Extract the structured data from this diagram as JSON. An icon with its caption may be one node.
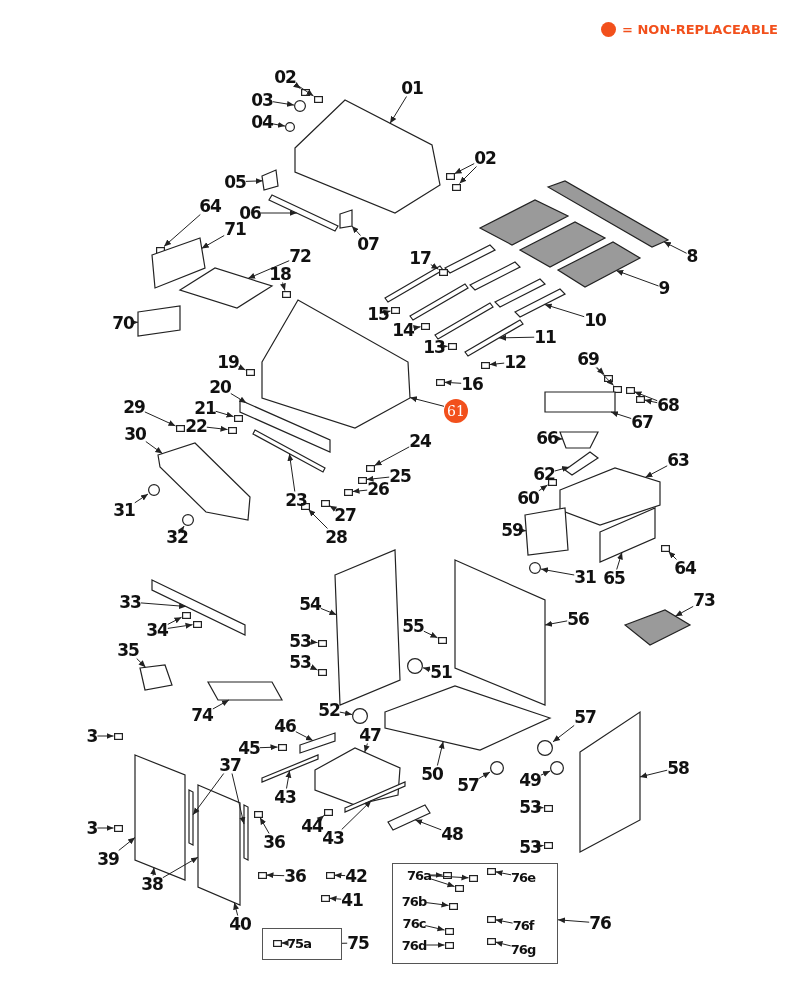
{
  "diagram": {
    "nodes": [
      {
        "text": [
          "02"
        ]
      },
      {
        "text": [
          "03"
        ]
      },
      {
        "text": [
          "01"
        ]
      },
      {
        "text": [
          "04"
        ]
      },
      {
        "text": [
          "02"
        ]
      },
      {
        "text": [
          "05"
        ]
      },
      {
        "text": [
          "64"
        ]
      },
      {
        "text": [
          "06"
        ]
      },
      {
        "text": [
          "71"
        ]
      },
      {
        "text": [
          "07"
        ]
      },
      {
        "text": [
          "8"
        ]
      },
      {
        "text": [
          "17"
        ]
      },
      {
        "text": [
          "72"
        ]
      },
      {
        "text": [
          "9"
        ]
      },
      {
        "text": [
          "18"
        ]
      },
      {
        "text": [
          "15"
        ]
      },
      {
        "text": [
          "10"
        ]
      },
      {
        "text": [
          "70"
        ]
      },
      {
        "text": [
          "14"
        ]
      },
      {
        "text": [
          "11"
        ]
      },
      {
        "text": [
          "13"
        ]
      },
      {
        "text": [
          "69"
        ]
      },
      {
        "text": [
          "12"
        ]
      },
      {
        "text": [
          "19"
        ]
      },
      {
        "text": [
          "16"
        ]
      },
      {
        "text": [
          "20"
        ]
      },
      {
        "text": [
          "68"
        ]
      },
      {
        "text": [
          "29"
        ]
      },
      {
        "text": [
          "21"
        ]
      },
      {
        "text": [
          "61"
        ]
      },
      {
        "text": [
          "67"
        ]
      },
      {
        "text": [
          "22"
        ]
      },
      {
        "text": [
          "30"
        ]
      },
      {
        "text": [
          "66"
        ]
      },
      {
        "text": [
          "24"
        ]
      },
      {
        "text": [
          "62"
        ]
      },
      {
        "text": [
          "63"
        ]
      },
      {
        "text": [
          "25"
        ]
      },
      {
        "text": [
          "23"
        ]
      },
      {
        "text": [
          "26"
        ]
      },
      {
        "text": [
          "60"
        ]
      },
      {
        "text": [
          "31"
        ]
      },
      {
        "text": [
          "27"
        ]
      },
      {
        "text": [
          "32"
        ]
      },
      {
        "text": [
          "59"
        ]
      },
      {
        "text": [
          "28"
        ]
      },
      {
        "text": [
          "64"
        ]
      },
      {
        "text": [
          "31"
        ]
      },
      {
        "text": [
          "65"
        ]
      },
      {
        "text": [
          "33"
        ]
      },
      {
        "text": [
          "54"
        ]
      },
      {
        "text": [
          "73"
        ]
      },
      {
        "text": [
          "56"
        ]
      },
      {
        "text": [
          "55"
        ]
      },
      {
        "text": [
          "34"
        ]
      },
      {
        "text": [
          "53"
        ]
      },
      {
        "text": [
          "35"
        ]
      },
      {
        "text": [
          "53"
        ]
      },
      {
        "text": [
          "51"
        ]
      },
      {
        "text": [
          "52"
        ]
      },
      {
        "text": [
          "74"
        ]
      },
      {
        "text": [
          "57"
        ]
      },
      {
        "text": [
          "46"
        ]
      },
      {
        "text": [
          "3"
        ]
      },
      {
        "text": [
          "47"
        ]
      },
      {
        "text": [
          "45"
        ]
      },
      {
        "text": [
          "50"
        ]
      },
      {
        "text": [
          "37"
        ]
      },
      {
        "text": [
          "58"
        ]
      },
      {
        "text": [
          "49"
        ]
      },
      {
        "text": [
          "57"
        ]
      },
      {
        "text": [
          "43"
        ]
      },
      {
        "text": [
          "53"
        ]
      },
      {
        "text": [
          "44"
        ]
      },
      {
        "text": [
          "3"
        ]
      },
      {
        "text": [
          "48"
        ]
      },
      {
        "text": [
          "43"
        ]
      },
      {
        "text": [
          "36"
        ]
      },
      {
        "text": [
          "53"
        ]
      },
      {
        "text": [
          "39"
        ]
      },
      {
        "text": [
          "36"
        ]
      },
      {
        "text": [
          "42"
        ]
      },
      {
        "text": [
          "38"
        ]
      },
      {
        "text": [],
        "shape": "box"
      },
      {
        "text": [
          "76a"
        ],
        "in": 83
      },
      {
        "text": [
          "76e"
        ],
        "in": 83
      },
      {
        "text": [
          "76b"
        ],
        "in": 83
      },
      {
        "text": [
          "41"
        ]
      },
      {
        "text": [
          "40"
        ]
      },
      {
        "text": [
          "76c"
        ],
        "in": 83
      },
      {
        "text": [
          "76f"
        ],
        "in": 83
      },
      {
        "text": [
          "76"
        ]
      },
      {
        "text": [],
        "shape": "box"
      },
      {
        "text": [
          "75a"
        ],
        "in": 92
      },
      {
        "text": [
          "75"
        ]
      },
      {
        "text": [
          "76d"
        ],
        "in": 83
      },
      {
        "text": [
          "76g"
        ],
        "in": 83
      },
      {
        "text": [],
        "shape": "box"
      },
      {
        "text": [],
        "shape": "box"
      },
      {
        "text": [],
        "shape": "circle"
      },
      {
        "text": [],
        "shape": "box"
      },
      {
        "text": [],
        "shape": "circle"
      },
      {
        "text": [],
        "shape": "box"
      },
      {
        "text": [],
        "shape": "box"
      },
      {
        "text": [],
        "shape": "box"
      },
      {
        "text": [],
        "shape": "box"
      },
      {
        "text": [],
        "shape": "box"
      },
      {
        "text": [],
        "shape": "box"
      },
      {
        "text": [],
        "shape": "box"
      },
      {
        "text": [],
        "shape": "box"
      },
      {
        "text": [],
        "shape": "box"
      },
      {
        "text": [],
        "shape": "box"
      },
      {
        "text": [],
        "shape": "box"
      },
      {
        "text": [],
        "shape": "box"
      },
      {
        "text": [],
        "shape": "box"
      },
      {
        "text": [],
        "shape": "box"
      },
      {
        "text": [],
        "shape": "box"
      },
      {
        "text": [],
        "shape": "box"
      },
      {
        "text": [],
        "shape": "box"
      },
      {
        "text": [],
        "shape": "box"
      },
      {
        "text": [],
        "shape": "box"
      },
      {
        "text": [],
        "shape": "box"
      },
      {
        "text": [],
        "shape": "box"
      },
      {
        "text": [],
        "shape": "box"
      },
      {
        "text": [],
        "shape": "box"
      },
      {
        "text": [],
        "shape": "box"
      },
      {
        "text": [],
        "shape": "box"
      },
      {
        "text": [],
        "shape": "box"
      },
      {
        "text": [],
        "shape": "box"
      },
      {
        "text": [],
        "shape": "box"
      },
      {
        "text": [],
        "shape": "box"
      },
      {
        "text": [],
        "shape": "box"
      },
      {
        "text": [],
        "shape": "box"
      },
      {
        "text": [],
        "shape": "box"
      },
      {
        "text": [],
        "shape": "box"
      },
      {
        "text": [],
        "shape": "box"
      },
      {
        "text": [],
        "shape": "box"
      },
      {
        "text": [],
        "shape": "box"
      },
      {
        "text": [],
        "shape": "box"
      },
      {
        "text": [],
        "shape": "box"
      },
      {
        "text": [],
        "shape": "box"
      },
      {
        "text": [],
        "shape": "box"
      },
      {
        "text": [],
        "shape": "circle"
      },
      {
        "text": [],
        "shape": "box"
      },
      {
        "text": [],
        "shape": "circle"
      },
      {
        "text": [],
        "shape": "box"
      },
      {
        "text": [],
        "shape": "box"
      },
      {
        "text": [],
        "shape": "box"
      },
      {
        "text": [],
        "shape": "circle"
      },
      {
        "text": [],
        "shape": "box"
      },
      {
        "text": [],
        "shape": "box"
      },
      {
        "text": [],
        "shape": "box"
      },
      {
        "text": [],
        "shape": "box"
      },
      {
        "text": [],
        "shape": "box"
      },
      {
        "text": [],
        "shape": "box"
      },
      {
        "text": [],
        "shape": "box"
      },
      {
        "text": [],
        "shape": "box"
      },
      {
        "text": [],
        "shape": "box"
      },
      {
        "text": [],
        "shape": "box"
      },
      {
        "text": [],
        "shape": "box"
      },
      {
        "text": [],
        "shape": "circle"
      },
      {
        "text": [],
        "shape": "circle"
      },
      {
        "text": [],
        "shape": "box"
      },
      {
        "text": [],
        "shape": "circle"
      },
      {
        "text": [],
        "shape": "box"
      },
      {
        "text": [],
        "shape": "box"
      },
      {
        "text": [],
        "shape": "box"
      },
      {
        "text": [],
        "shape": "box"
      },
      {
        "text": [],
        "shape": "box"
      },
      {
        "text": [],
        "shape": "box"
      },
      {
        "text": [],
        "shape": "box"
      },
      {
        "text": [],
        "shape": "box"
      },
      {
        "text": [],
        "shape": "circle"
      },
      {
        "text": [],
        "shape": "circle"
      },
      {
        "text": [],
        "shape": "box"
      },
      {
        "text": [],
        "shape": "box"
      },
      {
        "text": [],
        "shape": "box"
      },
      {
        "text": [],
        "shape": "box"
      },
      {
        "text": [],
        "shape": "box"
      },
      {
        "text": [],
        "shape": "box"
      },
      {
        "text": [],
        "shape": "box"
      },
      {
        "text": [],
        "shape": "box"
      },
      {
        "text": [],
        "shape": "box"
      },
      {
        "text": [],
        "shape": "box"
      },
      {
        "text": [],
        "shape": "box"
      },
      {
        "text": [],
        "shape": "box",
        "in": 83
      },
      {
        "text": [],
        "shape": "box",
        "in": 83
      },
      {
        "text": [],
        "shape": "box",
        "in": 83
      },
      {
        "text": [],
        "shape": "box",
        "in": 83
      },
      {
        "text": [],
        "shape": "box",
        "in": 83
      },
      {
        "text": [],
        "shape": "box"
      },
      {
        "text": [],
        "shape": "box"
      },
      {
        "text": [],
        "shape": "box",
        "in": 83
      },
      {
        "text": [],
        "shape": "box",
        "in": 83
      },
      {
        "text": [],
        "shape": "box",
        "in": 92
      },
      {
        "text": [],
        "shape": "box",
        "in": 83
      },
      {
        "text": [],
        "shape": "box",
        "in": 83
      }
    ],
    "edges": [
      {
        "from": 0,
        "to": 97,
        "arrow": "to"
      },
      {
        "from": 0,
        "to": 98,
        "arrow": "to"
      },
      {
        "from": 1,
        "to": 99,
        "arrow": "to"
      },
      {
        "from": 2,
        "to": 100,
        "arrow": "to"
      },
      {
        "from": 3,
        "to": 101,
        "arrow": "to"
      },
      {
        "from": 4,
        "to": 102,
        "arrow": "to"
      },
      {
        "from": 4,
        "to": 103,
        "arrow": "to"
      },
      {
        "from": 5,
        "to": 104,
        "arrow": "to"
      },
      {
        "from": 6,
        "to": 105,
        "arrow": "to"
      },
      {
        "from": 7,
        "to": 106,
        "arrow": "to"
      },
      {
        "from": 8,
        "to": 107,
        "arrow": "to"
      },
      {
        "from": 9,
        "to": 108,
        "arrow": "to"
      },
      {
        "from": 10,
        "to": 109,
        "arrow": "to"
      },
      {
        "from": 11,
        "to": 110,
        "arrow": "to"
      },
      {
        "from": 12,
        "to": 111,
        "arrow": "to"
      },
      {
        "from": 13,
        "to": 112,
        "arrow": "to"
      },
      {
        "from": 14,
        "to": 113,
        "arrow": "to"
      },
      {
        "from": 15,
        "to": 114,
        "arrow": "to"
      },
      {
        "from": 16,
        "to": 115,
        "arrow": "to"
      },
      {
        "from": 17,
        "to": 116,
        "arrow": "to"
      },
      {
        "from": 18,
        "to": 117,
        "arrow": "to"
      },
      {
        "from": 19,
        "to": 118,
        "arrow": "to"
      },
      {
        "from": 20,
        "to": 119,
        "arrow": "to"
      },
      {
        "from": 21,
        "to": 120,
        "arrow": "to"
      },
      {
        "from": 21,
        "to": 121,
        "arrow": "to"
      },
      {
        "from": 22,
        "to": 122,
        "arrow": "to"
      },
      {
        "from": 23,
        "to": 123,
        "arrow": "to"
      },
      {
        "from": 24,
        "to": 124,
        "arrow": "to"
      },
      {
        "from": 25,
        "to": 125,
        "arrow": "to"
      },
      {
        "from": 26,
        "to": 126,
        "arrow": "to"
      },
      {
        "from": 26,
        "to": 127,
        "arrow": "to"
      },
      {
        "from": 27,
        "to": 128,
        "arrow": "to"
      },
      {
        "from": 28,
        "to": 129,
        "arrow": "to"
      },
      {
        "from": 29,
        "to": 130,
        "arrow": "to"
      },
      {
        "from": 30,
        "to": 131,
        "arrow": "to"
      },
      {
        "from": 31,
        "to": 132,
        "arrow": "to"
      },
      {
        "from": 32,
        "to": 133,
        "arrow": "to"
      },
      {
        "from": 33,
        "to": 134,
        "arrow": "to"
      },
      {
        "from": 34,
        "to": 135,
        "arrow": "to"
      },
      {
        "from": 35,
        "to": 136,
        "arrow": "to"
      },
      {
        "from": 36,
        "to": 137,
        "arrow": "to"
      },
      {
        "from": 37,
        "to": 138,
        "arrow": "to"
      },
      {
        "from": 38,
        "to": 139,
        "arrow": "to"
      },
      {
        "from": 39,
        "to": 140,
        "arrow": "to"
      },
      {
        "from": 40,
        "to": 141,
        "arrow": "to"
      },
      {
        "from": 41,
        "to": 142,
        "arrow": "to"
      },
      {
        "from": 42,
        "to": 143,
        "arrow": "to"
      },
      {
        "from": 43,
        "to": 144,
        "arrow": "to"
      },
      {
        "from": 44,
        "to": 145,
        "arrow": "to"
      },
      {
        "from": 45,
        "to": 146,
        "arrow": "to"
      },
      {
        "from": 46,
        "to": 147,
        "arrow": "to"
      },
      {
        "from": 47,
        "to": 148,
        "arrow": "to"
      },
      {
        "from": 48,
        "to": 149,
        "arrow": "to"
      },
      {
        "from": 49,
        "to": 150,
        "arrow": "to"
      },
      {
        "from": 50,
        "to": 151,
        "arrow": "to"
      },
      {
        "from": 51,
        "to": 152,
        "arrow": "to"
      },
      {
        "from": 52,
        "to": 153,
        "arrow": "to"
      },
      {
        "from": 53,
        "to": 154,
        "arrow": "to"
      },
      {
        "from": 54,
        "to": 155,
        "arrow": "to"
      },
      {
        "from": 54,
        "to": 156,
        "arrow": "to"
      },
      {
        "from": 55,
        "to": 157,
        "arrow": "to"
      },
      {
        "from": 56,
        "to": 158,
        "arrow": "to"
      },
      {
        "from": 57,
        "to": 159,
        "arrow": "to"
      },
      {
        "from": 58,
        "to": 160,
        "arrow": "to"
      },
      {
        "from": 59,
        "to": 161,
        "arrow": "to"
      },
      {
        "from": 60,
        "to": 162,
        "arrow": "to"
      },
      {
        "from": 61,
        "to": 163,
        "arrow": "to"
      },
      {
        "from": 62,
        "to": 164,
        "arrow": "to"
      },
      {
        "from": 63,
        "to": 165,
        "arrow": "to"
      },
      {
        "from": 64,
        "to": 166,
        "arrow": "to"
      },
      {
        "from": 65,
        "to": 167,
        "arrow": "to"
      },
      {
        "from": 66,
        "to": 168,
        "arrow": "to"
      },
      {
        "from": 67,
        "to": 169,
        "arrow": "to"
      },
      {
        "from": 67,
        "to": 170,
        "arrow": "to"
      },
      {
        "from": 68,
        "to": 171,
        "arrow": "to"
      },
      {
        "from": 69,
        "to": 172,
        "arrow": "to"
      },
      {
        "from": 70,
        "to": 173,
        "arrow": "to"
      },
      {
        "from": 71,
        "to": 174,
        "arrow": "to"
      },
      {
        "from": 72,
        "to": 175,
        "arrow": "to"
      },
      {
        "from": 73,
        "to": 176,
        "arrow": "to"
      },
      {
        "from": 74,
        "to": 177,
        "arrow": "to"
      },
      {
        "from": 75,
        "to": 178,
        "arrow": "to"
      },
      {
        "from": 76,
        "to": 179,
        "arrow": "to"
      },
      {
        "from": 77,
        "to": 180,
        "arrow": "to"
      },
      {
        "from": 78,
        "to": 181,
        "arrow": "to"
      },
      {
        "from": 79,
        "to": 182,
        "arrow": "to"
      },
      {
        "from": 80,
        "to": 183,
        "arrow": "to"
      },
      {
        "from": 81,
        "to": 184,
        "arrow": "to"
      },
      {
        "from": 82,
        "to": 182,
        "arrow": "to"
      },
      {
        "from": 82,
        "to": 191,
        "arrow": "to"
      },
      {
        "from": 84,
        "to": 185,
        "arrow": "to"
      },
      {
        "from": 84,
        "to": 186,
        "arrow": "to"
      },
      {
        "from": 84,
        "to": 187,
        "arrow": "to"
      },
      {
        "from": 85,
        "to": 188,
        "arrow": "to"
      },
      {
        "from": 86,
        "to": 189,
        "arrow": "to"
      },
      {
        "from": 87,
        "to": 190,
        "arrow": "to"
      },
      {
        "from": 88,
        "to": 191,
        "arrow": "to"
      },
      {
        "from": 89,
        "to": 192,
        "arrow": "to"
      },
      {
        "from": 90,
        "to": 193,
        "arrow": "to"
      },
      {
        "from": 91,
        "to": 83,
        "arrow": "to"
      },
      {
        "from": 93,
        "to": 194,
        "arrow": "to"
      },
      {
        "from": 94,
        "to": 92,
        "arrow": "none"
      },
      {
        "from": 95,
        "to": 195,
        "arrow": "to"
      },
      {
        "from": 96,
        "to": 196,
        "arrow": "to"
      }
    ],
    "legend": [
      {
        "text": "= NON-REPLACEABLE",
        "color": "#f2501c"
      }
    ]
  }
}
